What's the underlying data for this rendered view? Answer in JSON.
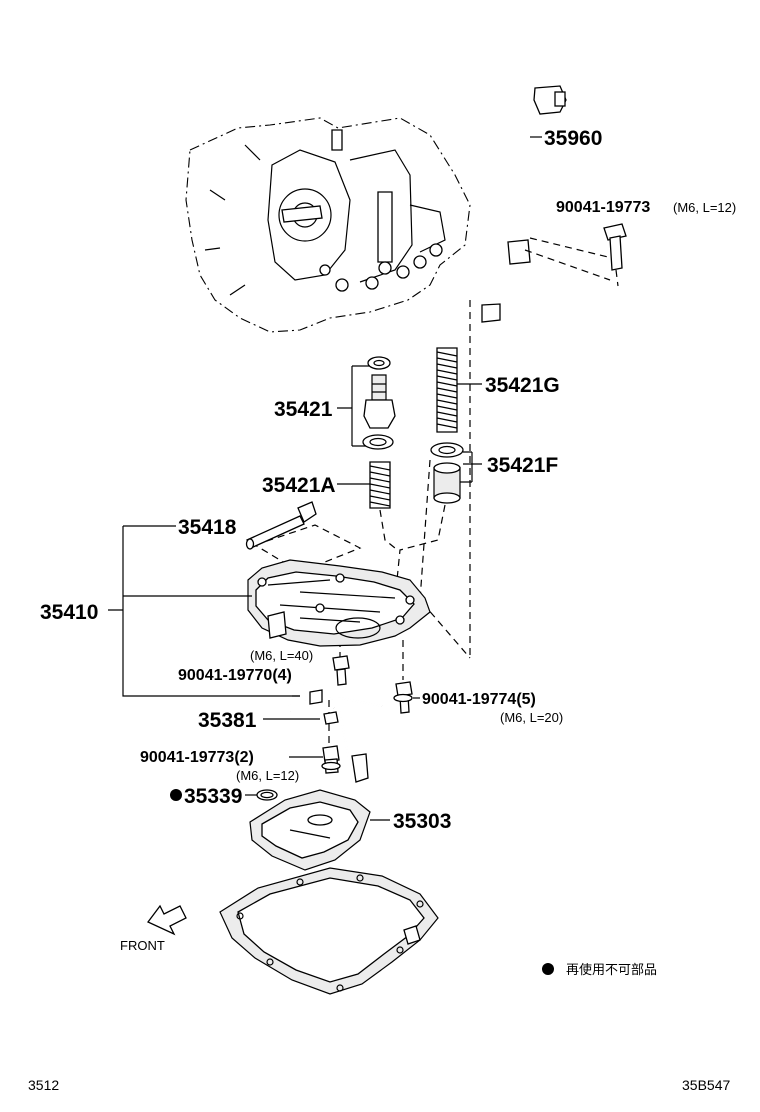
{
  "callouts": {
    "p35960": "35960",
    "p90041_19773_top": "90041-19773",
    "p90041_19773_top_spec": "(M6, L=12)",
    "p35421": "35421",
    "p35421G": "35421G",
    "p35421A": "35421A",
    "p35421F": "35421F",
    "p35418": "35418",
    "p35410": "35410",
    "p90041_19770_spec": "(M6, L=40)",
    "p90041_19770": "90041-19770(4)",
    "p90041_19774": "90041-19774(5)",
    "p90041_19774_spec": "(M6, L=20)",
    "p35381": "35381",
    "p90041_19773_2": "90041-19773(2)",
    "p90041_19773_2_spec": "(M6, L=12)",
    "p35339": "35339",
    "p35303": "35303"
  },
  "front_label": "FRONT",
  "legend": {
    "marker": "●",
    "text": "再使用不可部品"
  },
  "footer": {
    "left": "3512",
    "right": "35B547"
  }
}
